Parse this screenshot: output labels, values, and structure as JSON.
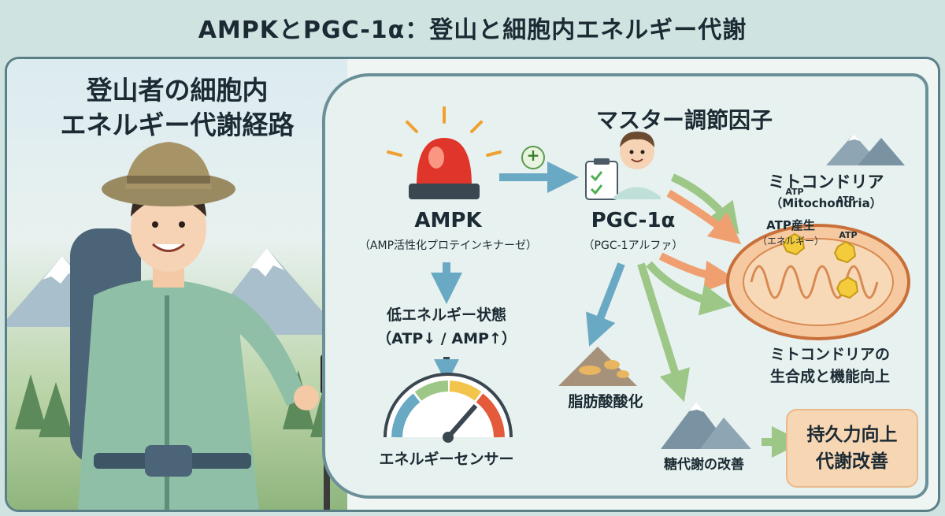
{
  "title": "AMPKとPGC-1α：登山と細胞内エネルギー代謝",
  "left": {
    "title_line1": "登山者の細胞内",
    "title_line2": "エネルギー代謝経路"
  },
  "flow": {
    "master_regulator": "マスター調節因子",
    "ampk": {
      "name": "AMPK",
      "desc": "（AMP活性化プロテインキナーゼ）"
    },
    "pgc": {
      "name": "PGC-1α",
      "desc": "（PGC-1アルファ）"
    },
    "low_energy": {
      "line1": "低エネルギー状態",
      "line2": "（ATP↓ / AMP↑）"
    },
    "sensor": "エネルギーセンサー",
    "activation_symbol": "+",
    "mito": {
      "name": "ミトコンドリア",
      "en": "（Mitochondria）"
    },
    "atp_badge": "ATP",
    "atp_production": {
      "line1": "ATP産生",
      "line2": "（エネルギー）"
    },
    "mito_biogenesis": {
      "line1": "ミトコンドリアの",
      "line2": "生合成と機能向上"
    },
    "fat_oxidation": "脂肪酸酸化",
    "glucose": "糖代謝の改善",
    "result": {
      "line1": "持久力向上",
      "line2": "代謝改善"
    }
  },
  "colors": {
    "arrow_blue": "#6aa9c4",
    "arrow_green": "#9cc786",
    "arrow_orange": "#f0a070",
    "alarm_red": "#e0352b",
    "mito_fill": "#f6c9a0"
  }
}
